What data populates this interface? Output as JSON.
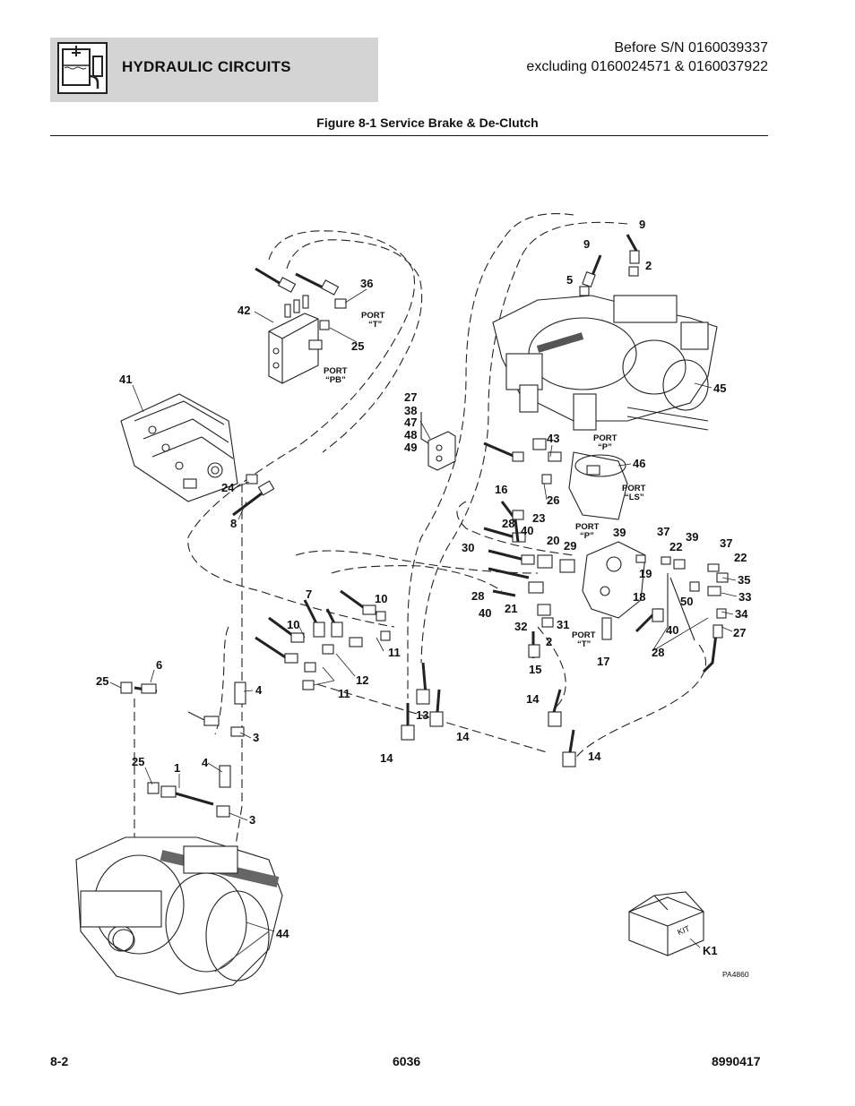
{
  "header": {
    "section_title": "HYDRAULIC CIRCUITS",
    "serial_line1": "Before S/N 0160039337",
    "serial_line2": "excluding 0160024571 & 0160037922",
    "icon": "hydraulic-reservoir-icon"
  },
  "figure": {
    "title": "Figure 8-1 Service Brake & De-Clutch",
    "image_id": "PA4860",
    "kit_box_label": "KIT",
    "kit_callout": "K1",
    "callouts": [
      "9",
      "9",
      "2",
      "5",
      "36",
      "42",
      "25",
      "45",
      "41",
      "27",
      "38",
      "47",
      "48",
      "49",
      "43",
      "46",
      "16",
      "26",
      "24",
      "8",
      "28",
      "40",
      "23",
      "20",
      "29",
      "39",
      "37",
      "22",
      "39",
      "37",
      "22",
      "35",
      "33",
      "34",
      "30",
      "19",
      "18",
      "50",
      "7",
      "10",
      "28",
      "40",
      "21",
      "31",
      "32",
      "2",
      "27",
      "40",
      "28",
      "17",
      "15",
      "6",
      "25",
      "4",
      "10",
      "11",
      "12",
      "11",
      "11",
      "13",
      "14",
      "14",
      "14",
      "14",
      "3",
      "25",
      "1",
      "4",
      "3",
      "44"
    ],
    "port_labels": {
      "t_top": [
        "PORT",
        "“T”"
      ],
      "pb": [
        "PORT",
        "“PB”"
      ],
      "p_upper": [
        "PORT",
        "“P”"
      ],
      "ls": [
        "PORT",
        "“LS”"
      ],
      "p_valve": [
        "PORT",
        "“P”"
      ],
      "t_valve": [
        "PORT",
        "“T”"
      ]
    }
  },
  "footer": {
    "page_number": "8-2",
    "model": "6036",
    "part_number": "8990417"
  }
}
